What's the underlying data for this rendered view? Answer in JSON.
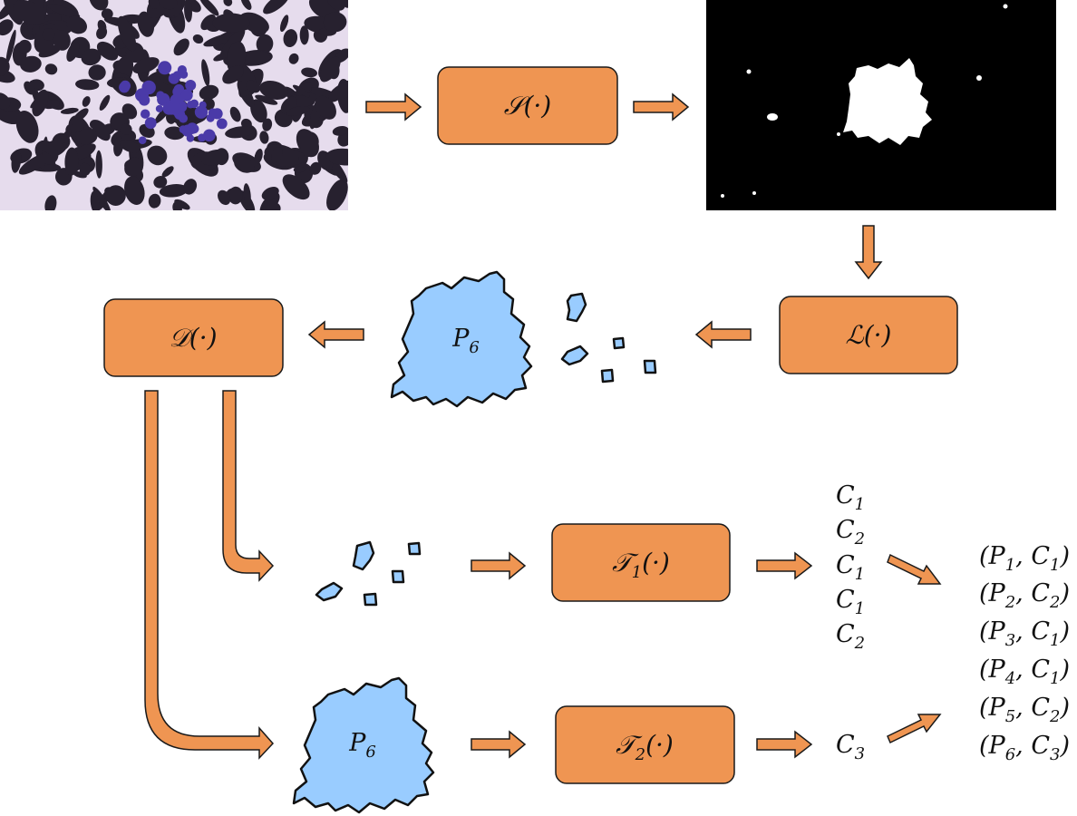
{
  "colors": {
    "box_fill": "#ef9552",
    "box_stroke": "#1a1a1a",
    "arrow_fill": "#ef9552",
    "blob_fill": "#99ccff",
    "blob_stroke": "#111111",
    "mask_bg": "#000000",
    "mask_fg": "#ffffff",
    "micro_bg": "#e6dced",
    "micro_dark": "#27212f",
    "micro_cells": "#4a3aa8"
  },
  "images": {
    "input_image": "stained cytology microscopy image",
    "mask_image": "binary segmentation mask"
  },
  "boxes": {
    "segment": {
      "func": "𝒮",
      "args": "(·)"
    },
    "label": {
      "func": "ℒ",
      "args": "(·)"
    },
    "divide": {
      "func": "𝒟",
      "args": "(·)"
    },
    "t1": {
      "func": "𝒯",
      "sub": "1",
      "args": "(·)"
    },
    "t2": {
      "func": "𝒯",
      "sub": "2",
      "args": "(·)"
    }
  },
  "blob_labels": {
    "top": {
      "main": "P",
      "sub": "6"
    },
    "bottom": {
      "main": "P",
      "sub": "6"
    }
  },
  "t1_outputs": [
    {
      "main": "C",
      "sub": "1"
    },
    {
      "main": "C",
      "sub": "2"
    },
    {
      "main": "C",
      "sub": "1"
    },
    {
      "main": "C",
      "sub": "1"
    },
    {
      "main": "C",
      "sub": "2"
    }
  ],
  "t2_outputs": [
    {
      "main": "C",
      "sub": "3"
    }
  ],
  "pairs": [
    {
      "p": "P",
      "ps": "1",
      "c": "C",
      "cs": "1"
    },
    {
      "p": "P",
      "ps": "2",
      "c": "C",
      "cs": "2"
    },
    {
      "p": "P",
      "ps": "3",
      "c": "C",
      "cs": "1"
    },
    {
      "p": "P",
      "ps": "4",
      "c": "C",
      "cs": "1"
    },
    {
      "p": "P",
      "ps": "5",
      "c": "C",
      "cs": "2"
    },
    {
      "p": "P",
      "ps": "6",
      "c": "C",
      "cs": "3"
    }
  ]
}
